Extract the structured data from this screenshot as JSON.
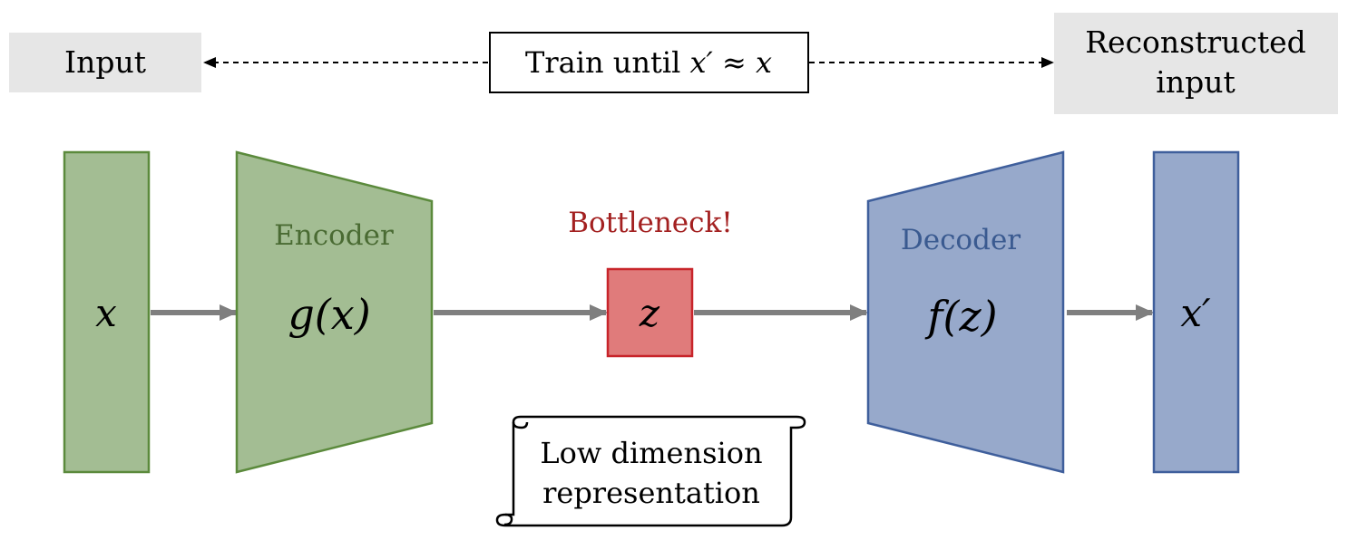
{
  "top": {
    "input_label": "Input",
    "train_prefix": "Train until ",
    "train_math": "x′ ≈ x",
    "reconstructed_line1": "Reconstructed",
    "reconstructed_line2": "input"
  },
  "blocks": {
    "x": "x",
    "encoder_title": "Encoder",
    "encoder_func": "g(x)",
    "bottleneck_title": "Bottleneck!",
    "z": "z",
    "decoder_title": "Decoder",
    "decoder_func": "f(z)",
    "x_prime": "x′"
  },
  "note": {
    "line1": "Low dimension",
    "line2": "representation"
  },
  "colors": {
    "encoder_fill": "#a3bd93",
    "encoder_stroke": "#5b8a3c",
    "encoder_text": "#4a6b33",
    "decoder_fill": "#97a9cb",
    "decoder_stroke": "#3f5f9c",
    "decoder_text": "#3a5a90",
    "bottleneck_fill": "#e07b7b",
    "bottleneck_stroke": "#c8242a",
    "bottleneck_text": "#a32020",
    "arrow": "#7f7f7f",
    "label_bg": "#e6e6e6"
  }
}
